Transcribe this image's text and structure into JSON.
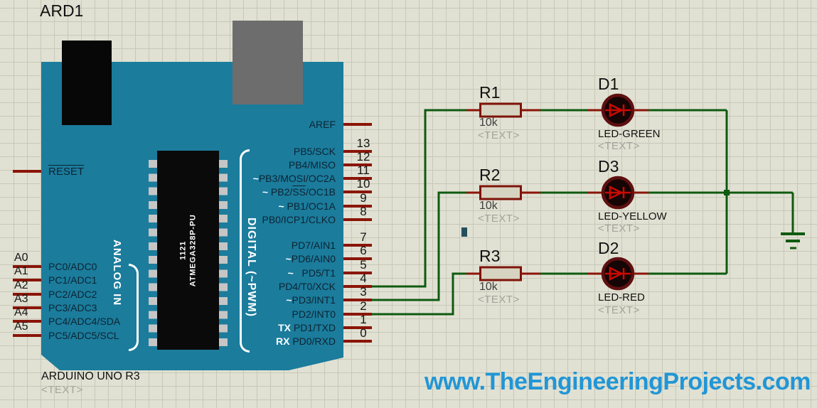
{
  "schematic": {
    "watermark": "www.TheEngineeringProjects.com",
    "arduino": {
      "ref": "ARD1",
      "part_name": "ARDUINO UNO R3",
      "part_text": "<TEXT>",
      "chip_marking_line1": "1121",
      "chip_marking_line2": "ATMEGA328P-PU",
      "reset_label": "RESET",
      "analog_group": "ANALOG IN",
      "digital_group": "DIGITAL (~PWM)",
      "aref_label": "AREF",
      "left_pins": [
        {
          "num": "A0",
          "label": "PC0/ADC0"
        },
        {
          "num": "A1",
          "label": "PC1/ADC1"
        },
        {
          "num": "A2",
          "label": "PC2/ADC2"
        },
        {
          "num": "A3",
          "label": "PC3/ADC3"
        },
        {
          "num": "A4",
          "label": "PC4/ADC4/SDA"
        },
        {
          "num": "A5",
          "label": "PC5/ADC5/SCL"
        }
      ],
      "right_pins": [
        {
          "num": "13",
          "pre": "",
          "a": "PB5/SCK",
          "over": "",
          "b": ""
        },
        {
          "num": "12",
          "pre": "",
          "a": "PB4/MISO",
          "over": "",
          "b": ""
        },
        {
          "num": "11",
          "pre": "~",
          "a": "PB3/MOSI/OC2A",
          "over": "",
          "b": ""
        },
        {
          "num": "10",
          "pre": "~",
          "a": " PB2/",
          "over": "SS",
          "b": "/OC1B"
        },
        {
          "num": "9",
          "pre": "~",
          "a": " PB1/OC1A",
          "over": "",
          "b": ""
        },
        {
          "num": "8",
          "pre": "",
          "a": "PB0/ICP1/CLKO",
          "over": "",
          "b": ""
        },
        {
          "num": "7",
          "pre": "",
          "a": "PD7/AIN1",
          "over": "",
          "b": ""
        },
        {
          "num": "6",
          "pre": "~",
          "a": "PD6/AIN0",
          "over": "",
          "b": ""
        },
        {
          "num": "5",
          "pre": "~",
          "a": "   PD5/T1",
          "over": "",
          "b": ""
        },
        {
          "num": "4",
          "pre": "",
          "a": "PD4/T0/XCK",
          "over": "",
          "b": ""
        },
        {
          "num": "3",
          "pre": "~",
          "a": "PD3/INT1",
          "over": "",
          "b": ""
        },
        {
          "num": "2",
          "pre": "",
          "a": "PD2/INT0",
          "over": "",
          "b": ""
        },
        {
          "num": "1",
          "pre": "TX ",
          "a": "PD1/TXD",
          "over": "",
          "b": ""
        },
        {
          "num": "0",
          "pre": "RX ",
          "a": "PD0/RXD",
          "over": "",
          "b": ""
        }
      ]
    },
    "resistors": [
      {
        "ref": "R1",
        "value": "10k",
        "text": "<TEXT>"
      },
      {
        "ref": "R2",
        "value": "10k",
        "text": "<TEXT>"
      },
      {
        "ref": "R3",
        "value": "10k",
        "text": "<TEXT>"
      }
    ],
    "leds": [
      {
        "ref": "D1",
        "model": "LED-GREEN",
        "text": "<TEXT>"
      },
      {
        "ref": "D3",
        "model": "LED-YELLOW",
        "text": "<TEXT>"
      },
      {
        "ref": "D2",
        "model": "LED-RED",
        "text": "<TEXT>"
      }
    ],
    "colors": {
      "board": "#1b7c9c",
      "wire": "#0e5a10",
      "pin": "#8a1507",
      "led_symbol": "#c90b02",
      "watermark": "#2196d6",
      "background": "#e1e1d3"
    }
  }
}
